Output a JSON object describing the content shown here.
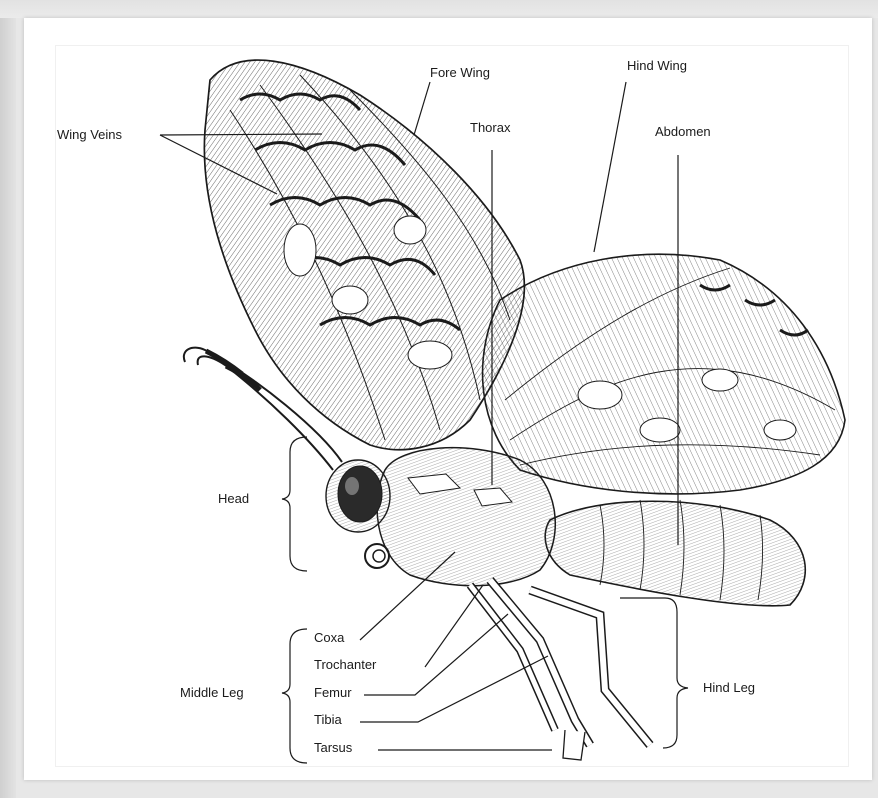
{
  "labels": {
    "fore_wing": "Fore Wing",
    "hind_wing": "Hind Wing",
    "wing_veins": "Wing Veins",
    "thorax": "Thorax",
    "abdomen": "Abdomen",
    "head": "Head",
    "coxa": "Coxa",
    "trochanter": "Trochanter",
    "femur": "Femur",
    "tibia": "Tibia",
    "tarsus": "Tarsus",
    "middle_leg": "Middle Leg",
    "hind_leg": "Hind Leg"
  },
  "colors": {
    "ink": "#1b1b1b",
    "paper": "#ffffff",
    "background": "#e7e7e7"
  }
}
